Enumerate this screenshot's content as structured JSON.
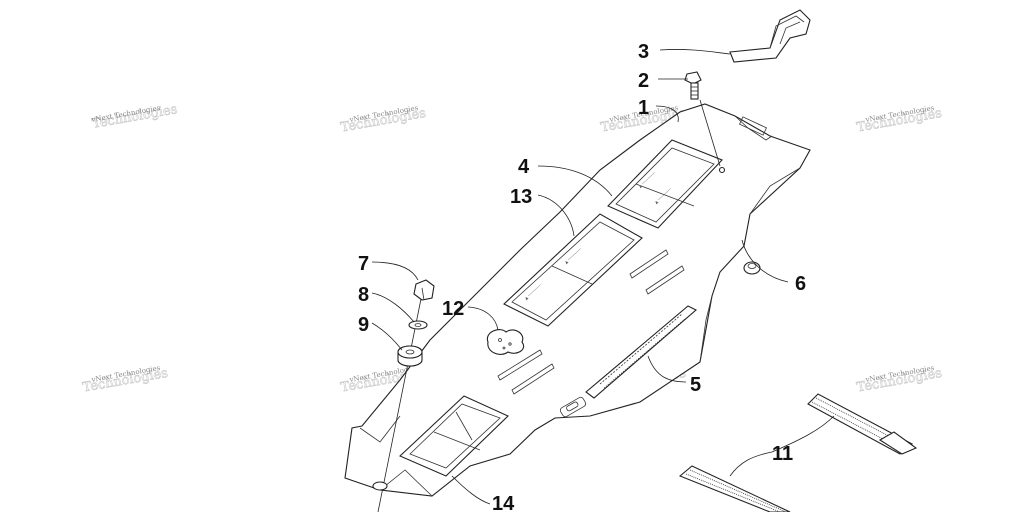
{
  "watermark": {
    "text": "vNext Technologies"
  },
  "callouts": {
    "c1": "1",
    "c2": "2",
    "c3": "3",
    "c4": "4",
    "c5": "5",
    "c6": "6",
    "c7": "7",
    "c8": "8",
    "c9": "9",
    "c11": "11",
    "c12": "12",
    "c13": "13",
    "c14": "14"
  }
}
